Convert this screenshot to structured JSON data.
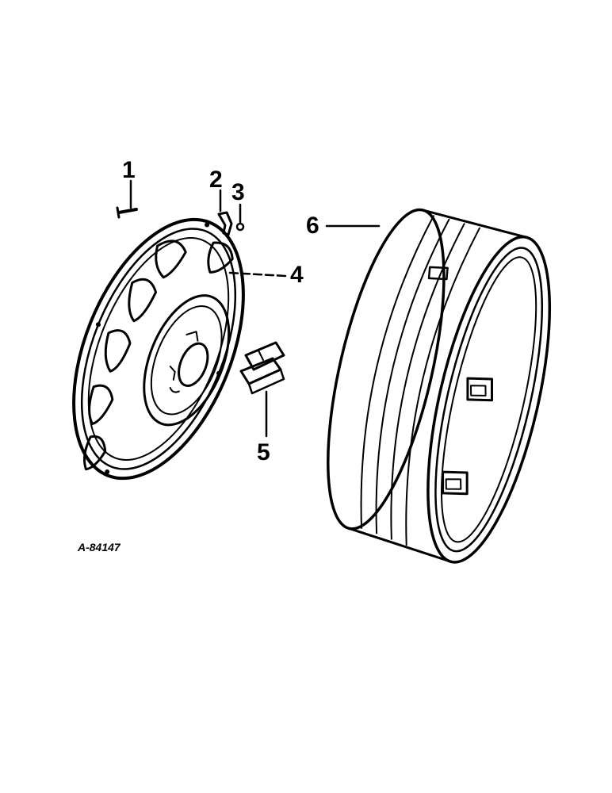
{
  "figure_id": "A-84147",
  "callouts": [
    {
      "id": "1",
      "label": "1"
    },
    {
      "id": "2",
      "label": "2"
    },
    {
      "id": "3",
      "label": "3"
    },
    {
      "id": "4",
      "label": "4"
    },
    {
      "id": "5",
      "label": "5"
    },
    {
      "id": "6",
      "label": "6"
    }
  ],
  "parts": {
    "wheel_disc": {
      "callout": "4"
    },
    "rim": {
      "callout": "6"
    },
    "clamp": {
      "callout": "5"
    },
    "bolt": {
      "callout": "1"
    },
    "clip": {
      "callout": "2"
    },
    "nut": {
      "callout": "3"
    }
  }
}
